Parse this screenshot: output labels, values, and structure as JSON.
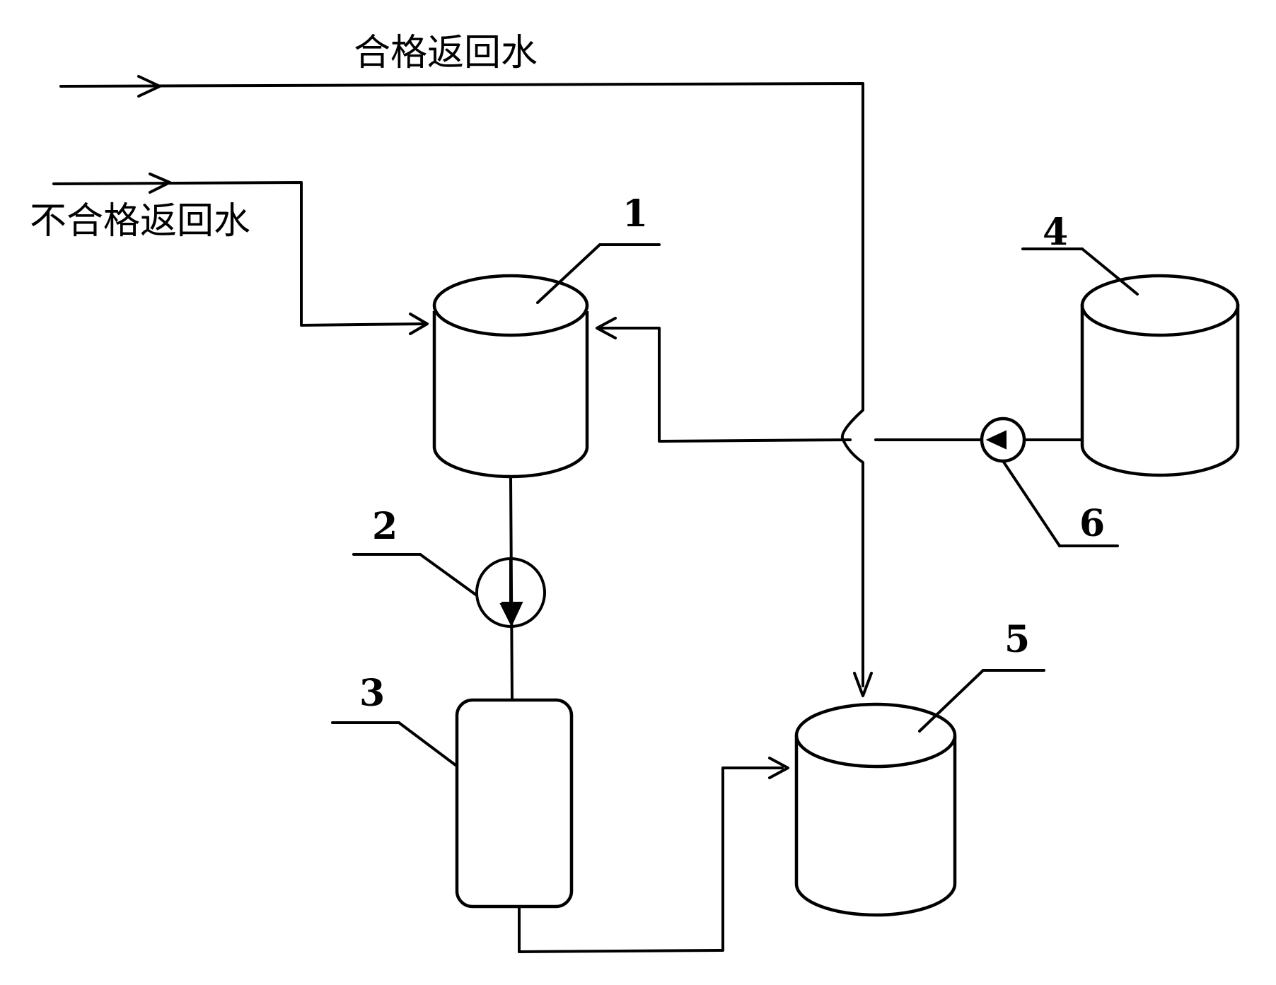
{
  "labels": {
    "qualified_return_water": "合格返回水",
    "unqualified_return_water": "不合格返回水"
  },
  "components": {
    "tank_1": "1",
    "pump_2": "2",
    "filter_3": "3",
    "tank_4": "4",
    "tank_5": "5",
    "pump_6": "6"
  }
}
